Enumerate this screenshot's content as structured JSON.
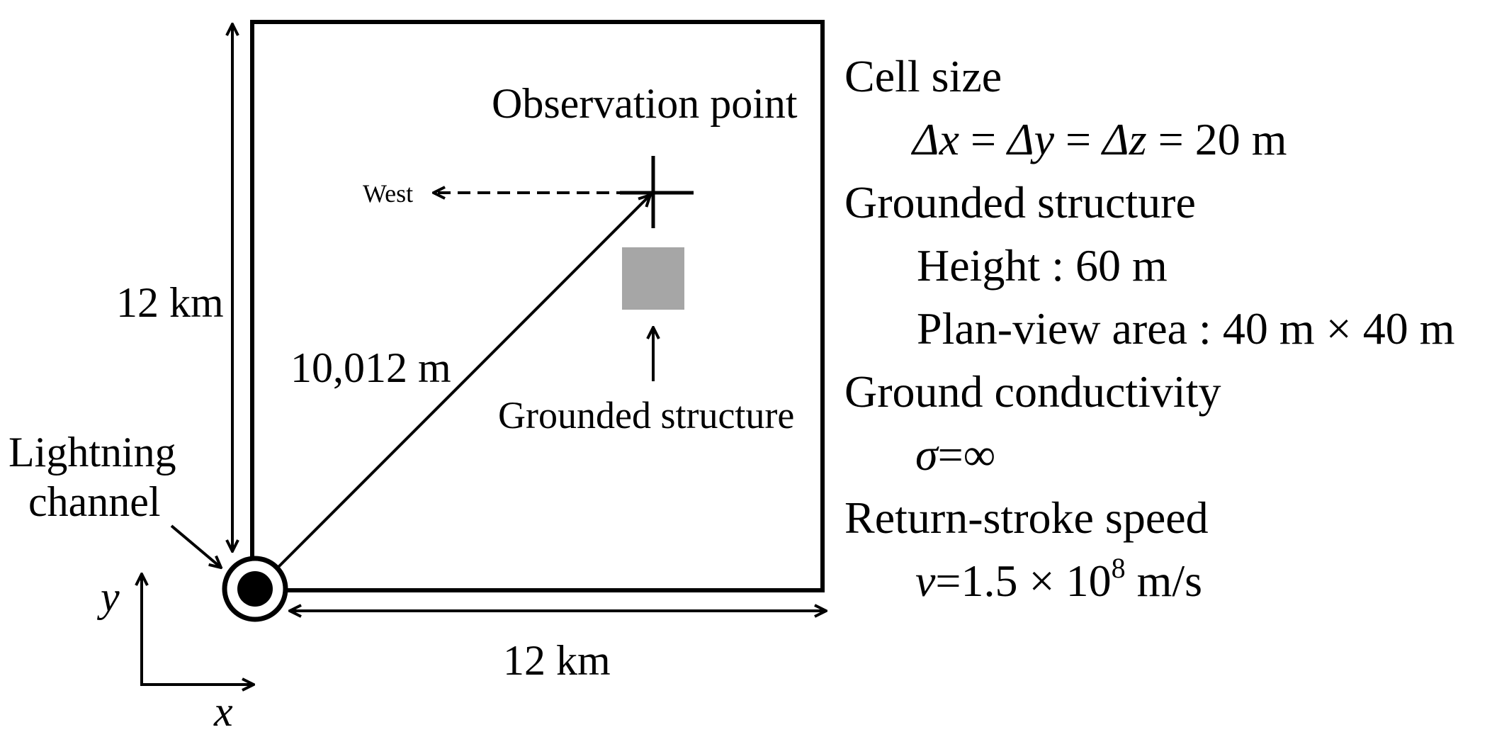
{
  "colors": {
    "line": "#000000",
    "structure_fill": "#a6a6a6",
    "background": "#ffffff"
  },
  "diagram": {
    "observation_label": "Observation point",
    "west_label": "West",
    "vertical_size_label": "12 km",
    "horizontal_size_label": "12 km",
    "distance_label": "10,012 m",
    "structure_label": "Grounded structure",
    "lightning_label_line1": "Lightning",
    "lightning_label_line2": "channel",
    "axis_x_label": "x",
    "axis_y_label": "y"
  },
  "parameters": {
    "cell_size_heading": "Cell size",
    "cell_size_delta_x": "Δx",
    "cell_size_delta_y": "Δy",
    "cell_size_delta_z": "Δz",
    "cell_size_value": "= 20 m",
    "structure_heading": "Grounded structure",
    "height_line": "Height : 60 m",
    "area_line": "Plan-view area : 40 m × 40 m",
    "conductivity_heading": "Ground conductivity",
    "sigma_symbol": "σ",
    "sigma_value": "=∞",
    "speed_heading": "Return-stroke speed",
    "speed_symbol": "v",
    "speed_mantissa": "=1.5 × 10",
    "speed_exponent": "8",
    "speed_unit": " m/s"
  }
}
